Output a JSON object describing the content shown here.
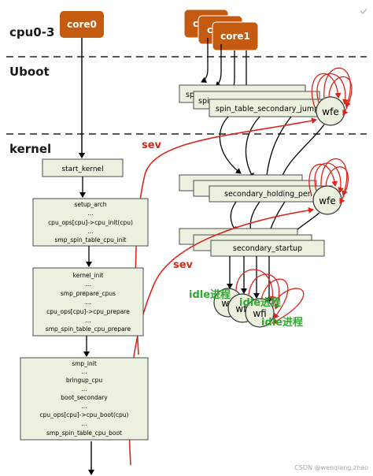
{
  "labels": {
    "cpu": "cpu0-3",
    "uboot": "Uboot",
    "kernel": "kernel",
    "sev_top": "sev",
    "sev_mid": "sev",
    "watermark": "CSDN @wenqiang.zhao"
  },
  "cores": {
    "core0": "core0",
    "core_back1": "core",
    "core_back2": "core",
    "core1": "core1"
  },
  "uboot_block": {
    "label_a": "spi",
    "label_b": "spi",
    "main": "spin_table_secondary_jump",
    "wfe": "wfe"
  },
  "holding_block": {
    "main": "secondary_holding_pen",
    "wfe": "wfe"
  },
  "startup_block": {
    "main": "secondary_startup"
  },
  "idle": {
    "wfi1": "wfi",
    "wfi2": "wfi",
    "wfi3": "wfi",
    "label1": "idle进程",
    "label2": "idle进程",
    "label3": "idle进程"
  },
  "kernel_flow": {
    "start_kernel": "start_kernel",
    "setup_arch": [
      "setup_arch",
      "...",
      "cpu_ops[cpu]->cpu_init(cpu)",
      "...",
      "smp_spin_table_cpu_init"
    ],
    "kernel_init": [
      "kernel_init",
      "...",
      "smp_prepare_cpus",
      "...",
      "cpu_ops[cpu]->cpu_prepare",
      "...",
      "smp_spin_table_cpu_prepare"
    ],
    "smp_init": [
      "smp_init",
      "...",
      "bringup_cpu",
      "...",
      "boot_secondary",
      "...",
      "cpu_ops[cpu]->cpu_boot(cpu)",
      "...",
      "smp_spin_table_cpu_boot"
    ]
  },
  "colors": {
    "core_fill": "#c55a11",
    "box_fill": "#ebf1de",
    "box_stroke": "#4d4d4d",
    "sev_red": "#d9261c",
    "idle_green": "#2eaa2e",
    "arrow": "#000000"
  }
}
